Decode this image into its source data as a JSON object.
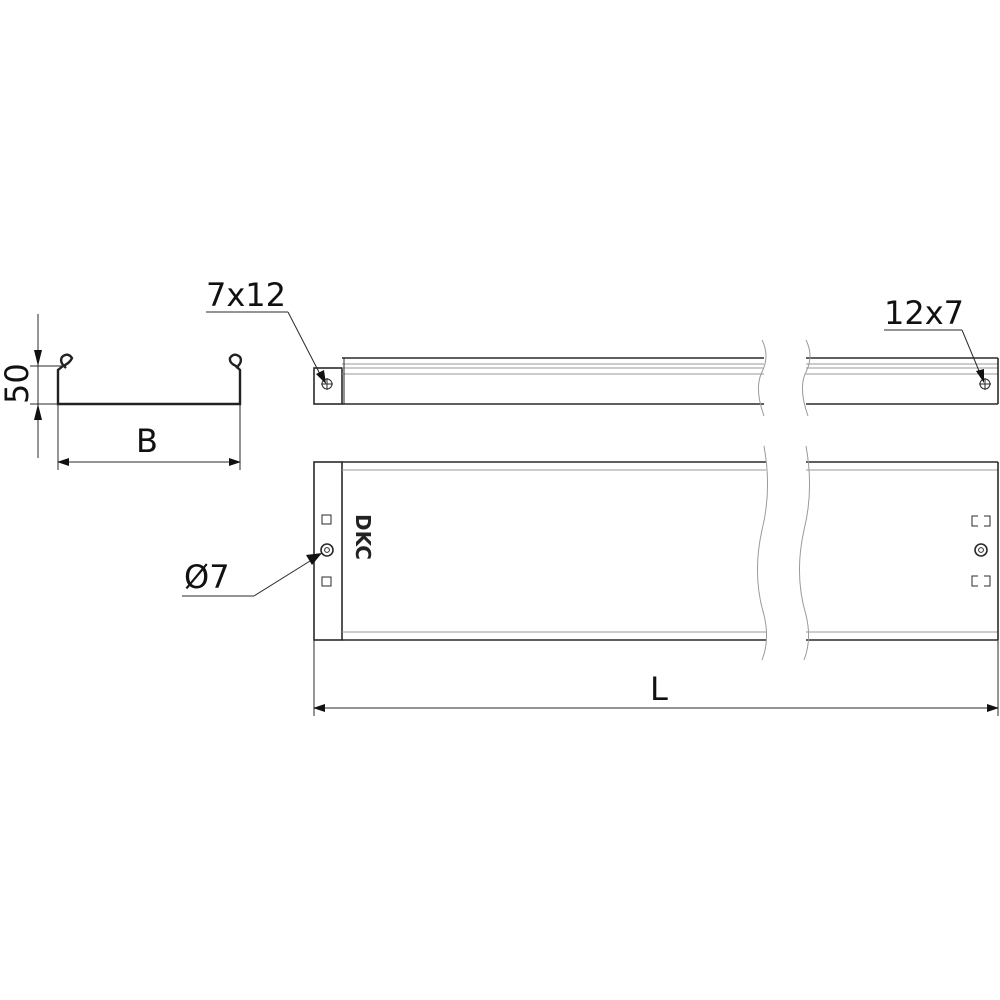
{
  "labels": {
    "height": "50",
    "width": "B",
    "slot_left": "7x12",
    "slot_right": "12x7",
    "hole": "Ø7",
    "length": "L"
  },
  "logo": {
    "text": "DKC",
    "icon": "dkc-brand-logo"
  },
  "colors": {
    "line": "#2a2a2a",
    "background": "#ffffff",
    "watermark": "#e2b9b9"
  }
}
